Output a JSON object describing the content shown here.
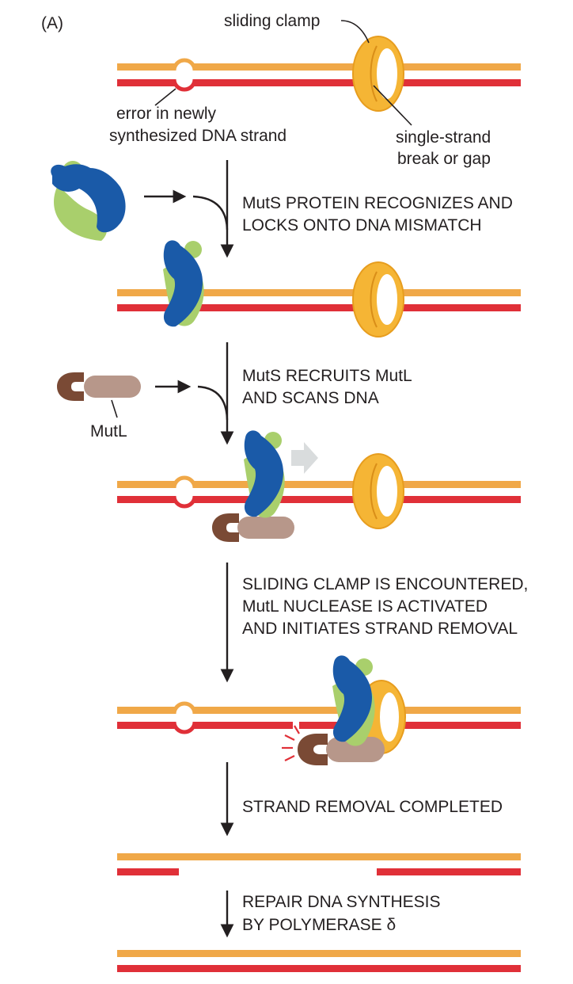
{
  "panel_label": "(A)",
  "labels": {
    "sliding_clamp": "sliding clamp",
    "error_line1": "error in newly",
    "error_line2": "synthesized DNA strand",
    "gap_line1": "single-strand",
    "gap_line2": "break or gap",
    "mutl": "MutL"
  },
  "steps": [
    {
      "lines": [
        "MutS PROTEIN RECOGNIZES AND",
        "LOCKS ONTO DNA MISMATCH"
      ]
    },
    {
      "lines": [
        "MutS RECRUITS MutL",
        "AND SCANS DNA"
      ]
    },
    {
      "lines": [
        "SLIDING CLAMP IS ENCOUNTERED,",
        "MutL NUCLEASE IS ACTIVATED",
        "AND INITIATES STRAND REMOVAL"
      ]
    },
    {
      "lines": [
        "STRAND REMOVAL COMPLETED"
      ]
    },
    {
      "lines": [
        "REPAIR DNA SYNTHESIS",
        "BY POLYMERASE δ"
      ]
    }
  ],
  "colors": {
    "template_strand": "#f0a848",
    "new_strand": "#e03038",
    "clamp": "#f5b535",
    "muts_blue": "#1a5aa8",
    "muts_green": "#a9cf6c",
    "mutl_dark": "#7a4a35",
    "mutl_light": "#b7978a",
    "scan_arrow": "#d9dcdd",
    "arrows": "#231f20"
  }
}
